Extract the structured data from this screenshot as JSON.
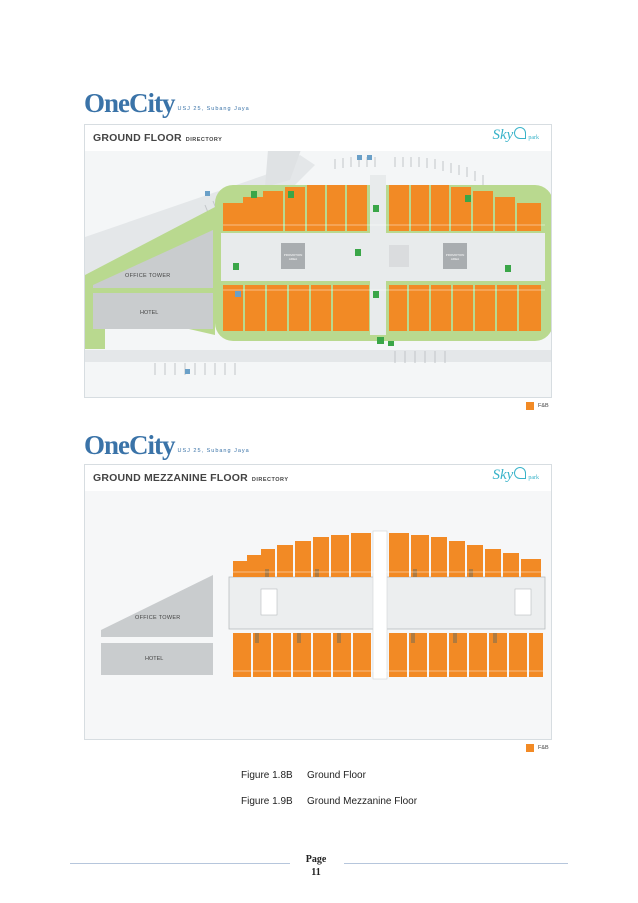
{
  "logo": {
    "brand": "OneCity",
    "location": "USJ 25, Subang Jaya"
  },
  "sky_logo": {
    "name": "Sky",
    "suffix": "park"
  },
  "maps": [
    {
      "title": "GROUND FLOOR",
      "title_suffix": "DIRECTORY",
      "labels": {
        "office": "OFFICE TOWER",
        "hotel": "HOTEL",
        "promo_left": "PROMOTION AREA",
        "promo_right": "PROMOTION AREA"
      },
      "legend": "F&B"
    },
    {
      "title": "GROUND MEZZANINE FLOOR",
      "title_suffix": "DIRECTORY",
      "labels": {
        "office": "OFFICE TOWER",
        "hotel": "HOTEL"
      },
      "legend": "F&B"
    }
  ],
  "colors": {
    "fnb": "#f28a25",
    "garden": "#b9d98f",
    "building": "#c9ccce",
    "brand": "#3a73a8",
    "sky": "#38b3c9",
    "icon": "#3aa648"
  },
  "captions": [
    {
      "number": "Figure 1.8B",
      "text": "Ground Floor"
    },
    {
      "number": "Figure 1.9B",
      "text": "Ground Mezzanine Floor"
    }
  ],
  "footer": {
    "label": "Page",
    "number": "11"
  }
}
